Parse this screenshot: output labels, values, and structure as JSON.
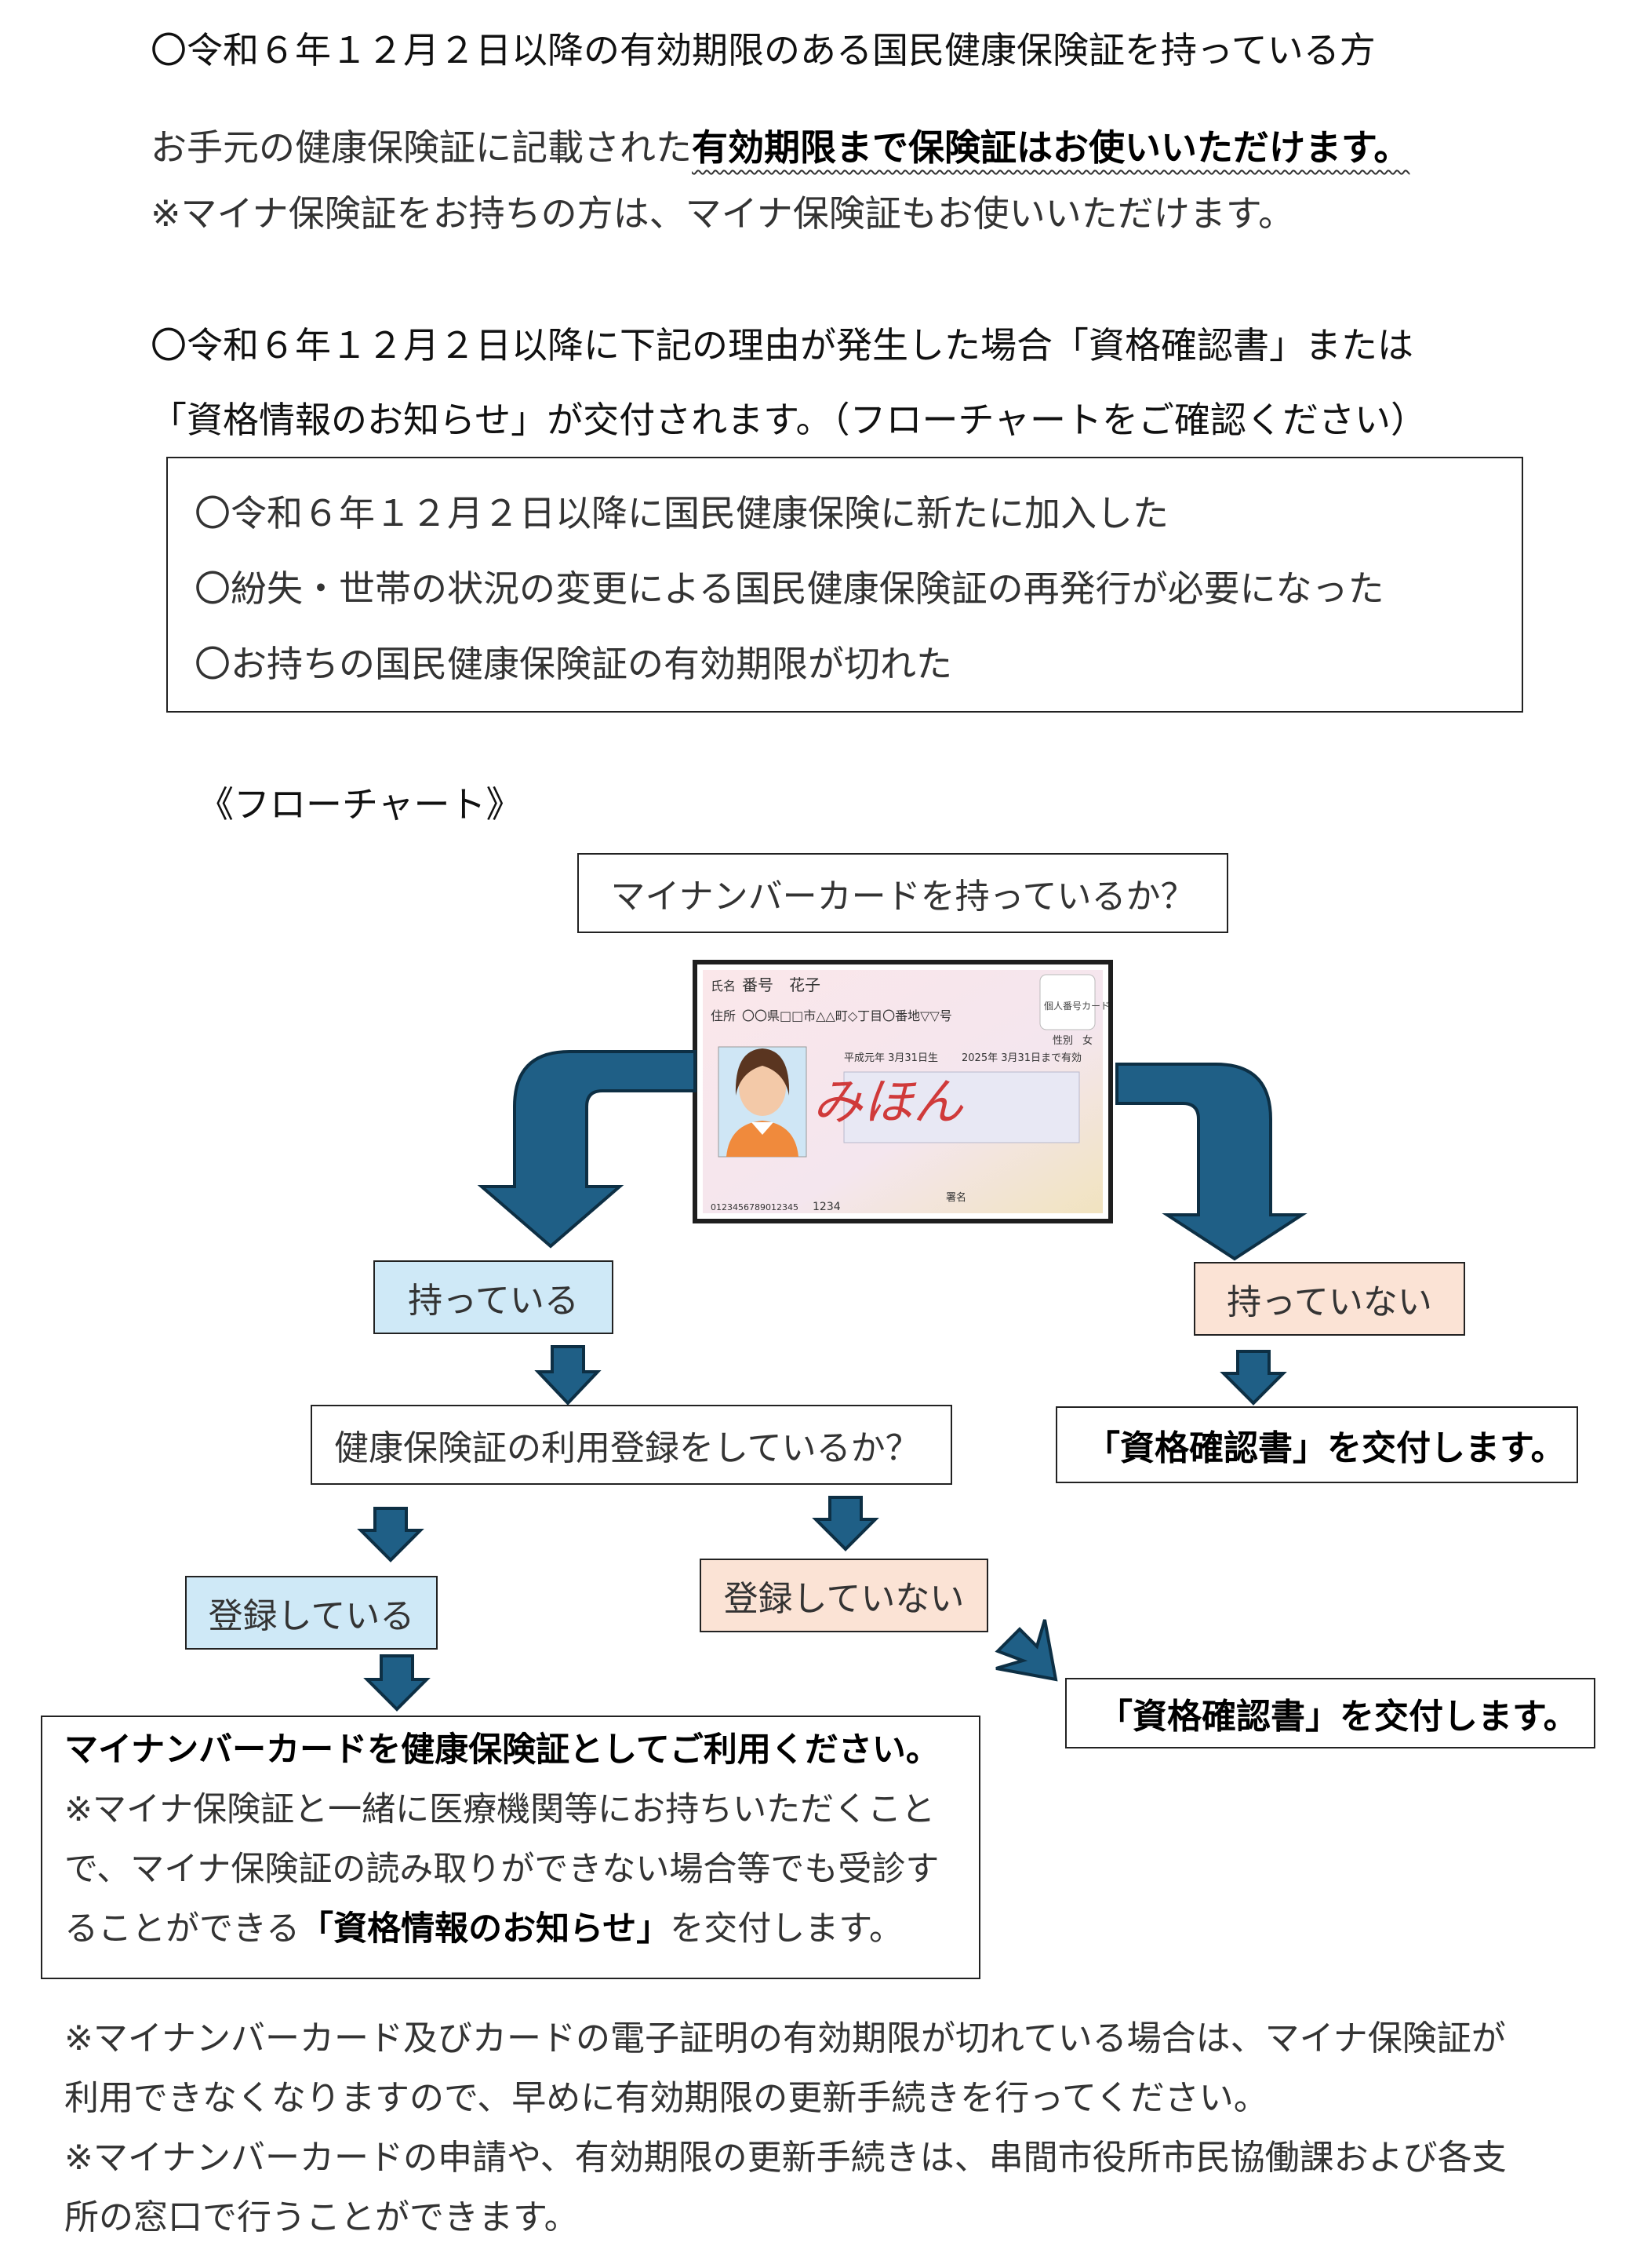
{
  "section1": {
    "heading": "〇令和６年１２月２日以降の有効期限のある国民健康保険証を持っている方",
    "line1_pre": "お手元の健康保険証に記載された",
    "line1_emph": "有効期限まで保険証はお使いいただけます。",
    "line2": "※マイナ保険証をお持ちの方は、マイナ保険証もお使いいただけます。"
  },
  "section2": {
    "heading_line1": "〇令和６年１２月２日以降に下記の理由が発生した場合「資格確認書」または",
    "heading_line2": "「資格情報のお知らせ」が交付されます。（フローチャートをご確認ください）",
    "reasons": [
      "〇令和６年１２月２日以降に国民健康保険に新たに加入した",
      "〇紛失・世帯の状況の変更による国民健康保険証の再発行が必要になった",
      "〇お持ちの国民健康保険証の有効期限が切れた"
    ]
  },
  "flowchart": {
    "title": "《フローチャート》",
    "q1": "マイナンバーカードを持っているか？",
    "card": {
      "name_label": "氏名",
      "name": "番号　花子",
      "address_label": "住所",
      "address": "〇〇県□□市△△町◇丁目〇番地▽▽号",
      "sex_label": "性別",
      "sex": "女",
      "birth": "平成元年 3月31日生",
      "expiry": "2025年 3月31日まで有効",
      "sample": "みほん",
      "type_label": "個人番号カード",
      "number": "1234",
      "serial": "0123456789012345",
      "sign_label": "署名"
    },
    "yes": "持っている",
    "no": "持っていない",
    "no_result": "「資格確認書」を交付します。",
    "q2": "健康保険証の利用登録をしているか？",
    "registered": "登録している",
    "not_registered": "登録していない",
    "not_registered_result": "「資格確認書」を交付します。",
    "registered_result": {
      "line1": "マイナンバーカードを健康保険証としてご利用ください。",
      "line2": "※マイナ保険証と一緒に医療機関等にお持ちいただくこと",
      "line3": "で、マイナ保険証の読み取りができない場合等でも受診す",
      "line4_pre": "ることができる",
      "line4_emph": "「資格情報のお知らせ」",
      "line4_post": "を交付します。"
    }
  },
  "notes": {
    "line1": "※マイナンバーカード及びカードの電子証明の有効期限が切れている場合は、マイナ保険証が",
    "line2": "利用できなくなりますので、早めに有効期限の更新手続きを行ってください。",
    "line3": "※マイナンバーカードの申請や、有効期限の更新手続きは、串間市役所市民協働課および各支",
    "line4": "所の窓口で行うことができます。"
  },
  "colors": {
    "arrow": "#1f5f86",
    "yes_box": "#cfe9f7",
    "no_box": "#fbe3d5"
  }
}
